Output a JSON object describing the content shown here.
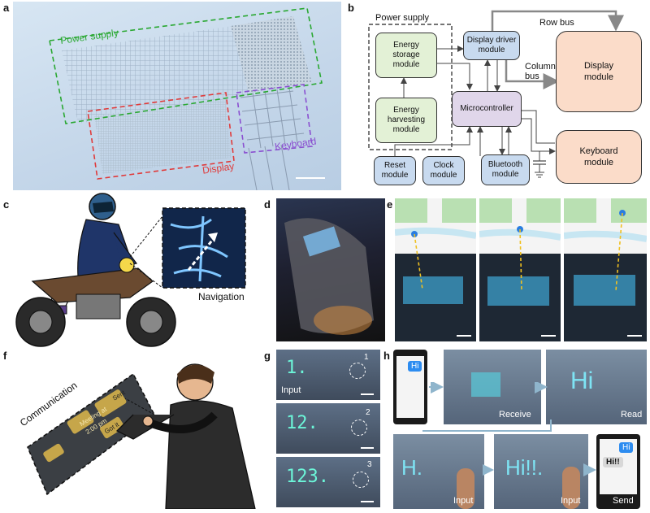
{
  "panels": {
    "a": "a",
    "b": "b",
    "c": "c",
    "d": "d",
    "e": "e",
    "f": "f",
    "g": "g",
    "h": "h"
  },
  "panel_a": {
    "power_supply": "Power supply",
    "display": "Display",
    "keyboard": "Keyboard",
    "colors": {
      "power": "#2aa832",
      "display": "#e03a3a",
      "keyboard": "#8a4fd0"
    }
  },
  "panel_b": {
    "power_supply_group": "Power supply",
    "energy_storage": "Energy\nstorage\nmodule",
    "energy_harvesting": "Energy\nharvesting\nmodule",
    "display_driver": "Display driver\nmodule",
    "microcontroller": "Microcontroller",
    "display_module": "Display\nmodule",
    "keyboard_module": "Keyboard\nmodule",
    "reset": "Reset\nmodule",
    "clock": "Clock\nmodule",
    "bluetooth": "Bluetooth\nmodule",
    "row_bus": "Row bus",
    "column_bus": "Column\nbus"
  },
  "panel_c": {
    "navigation": "Navigation"
  },
  "panel_f": {
    "communication": "Communication",
    "screen_items": [
      "Meeting at",
      "2:00 pm",
      "Sent",
      "Got it"
    ]
  },
  "panel_g": {
    "frames": [
      {
        "text": "1.",
        "step": "1",
        "caption": "Input"
      },
      {
        "text": "12.",
        "step": "2",
        "caption": ""
      },
      {
        "text": "123.",
        "step": "3",
        "caption": ""
      }
    ]
  },
  "panel_h": {
    "phone_msg": "Hi",
    "receive": "Receive",
    "read": "Read",
    "read_text": "Hi",
    "input1_text": "H.",
    "input1": "Input",
    "input2_text": "Hi!!.",
    "input2": "Input",
    "send": "Send",
    "send_msg_1": "Hi",
    "send_msg_2": "Hi!!"
  }
}
